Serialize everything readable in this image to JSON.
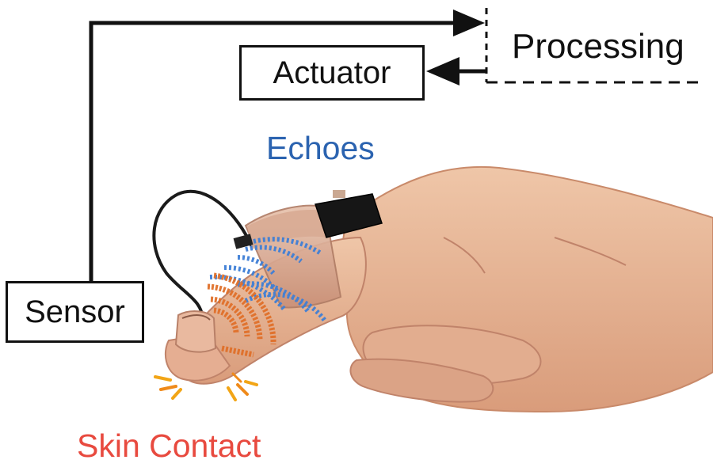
{
  "labels": {
    "processing": "Processing",
    "actuator": "Actuator",
    "sensor": "Sensor",
    "echoes": "Echoes",
    "skin_contact": "Skin Contact"
  },
  "colors": {
    "line": "#111111",
    "echoes": "#2b63b0",
    "skin_contact": "#e84a3f",
    "echo_waves": "#3f7fd6",
    "contact_waves": "#e0702a",
    "spark": "#f2a516",
    "skin": "#e8b898",
    "skin_shadow": "#c98a6a",
    "brace": "#d4a58d"
  },
  "icons": {
    "echo_waves": "blue-echo-waves-icon",
    "contact_waves": "orange-contact-waves-icon",
    "contact_spark": "yellow-spark-icon"
  }
}
